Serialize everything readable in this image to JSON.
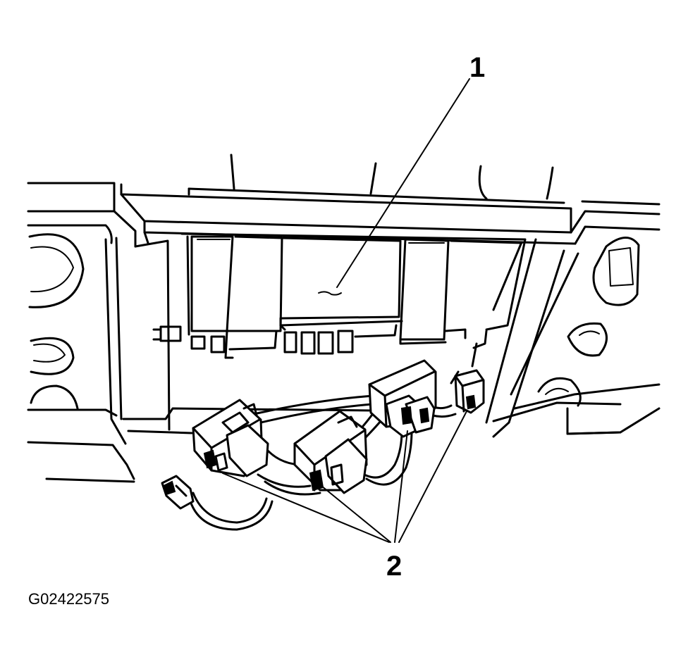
{
  "figure": {
    "callouts": [
      {
        "number": "1"
      },
      {
        "number": "2"
      }
    ],
    "figure_id": "G02422575"
  },
  "colors": {
    "ink": "#000000",
    "paper": "#ffffff"
  }
}
